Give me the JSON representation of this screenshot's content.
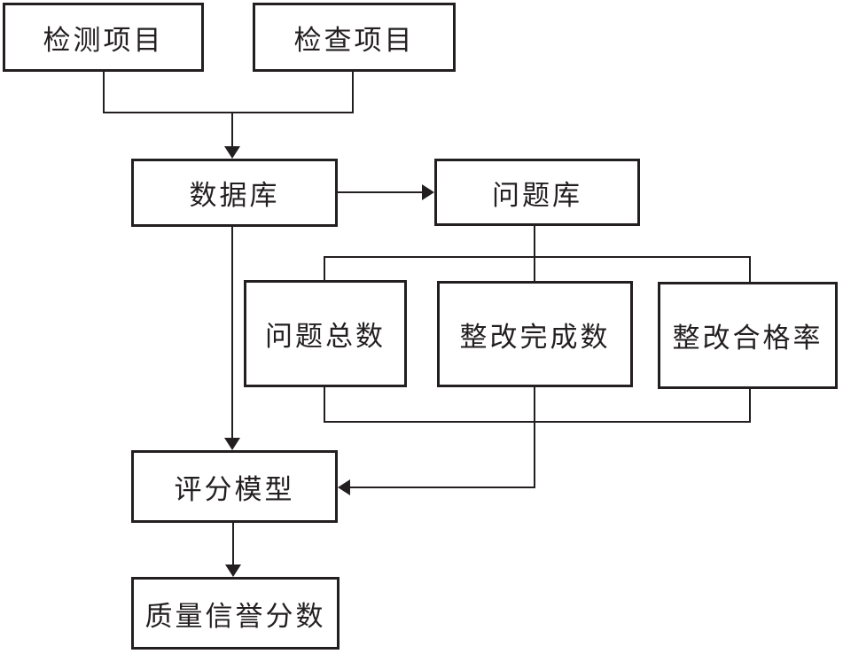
{
  "diagram": {
    "type": "flowchart",
    "colors": {
      "line": "#231f20",
      "background": "#ffffff"
    },
    "nodes": {
      "detection_items": {
        "label": "检测项目"
      },
      "inspection_items": {
        "label": "检查项目"
      },
      "database": {
        "label": "数据库"
      },
      "problem_library": {
        "label": "问题库"
      },
      "problem_total": {
        "label": "问题总数"
      },
      "rectification_completed": {
        "label": "整改完成数"
      },
      "rectification_pass_rate": {
        "label": "整改合格率"
      },
      "scoring_model": {
        "label": "评分模型"
      },
      "quality_reputation_score": {
        "label": "质量信誉分数"
      }
    },
    "edges": [
      {
        "from": "detection_items",
        "to": "database",
        "arrow": true
      },
      {
        "from": "inspection_items",
        "to": "database",
        "arrow": true
      },
      {
        "from": "database",
        "to": "problem_library",
        "arrow": true
      },
      {
        "from": "problem_library",
        "to": "problem_total",
        "arrow": false
      },
      {
        "from": "problem_library",
        "to": "rectification_completed",
        "arrow": false
      },
      {
        "from": "problem_library",
        "to": "rectification_pass_rate",
        "arrow": false
      },
      {
        "from": "problem_total",
        "to": "scoring_model",
        "arrow": false
      },
      {
        "from": "rectification_completed",
        "to": "scoring_model",
        "arrow": true
      },
      {
        "from": "rectification_pass_rate",
        "to": "scoring_model",
        "arrow": false
      },
      {
        "from": "database",
        "to": "scoring_model",
        "arrow": true
      },
      {
        "from": "scoring_model",
        "to": "quality_reputation_score",
        "arrow": true
      }
    ]
  }
}
